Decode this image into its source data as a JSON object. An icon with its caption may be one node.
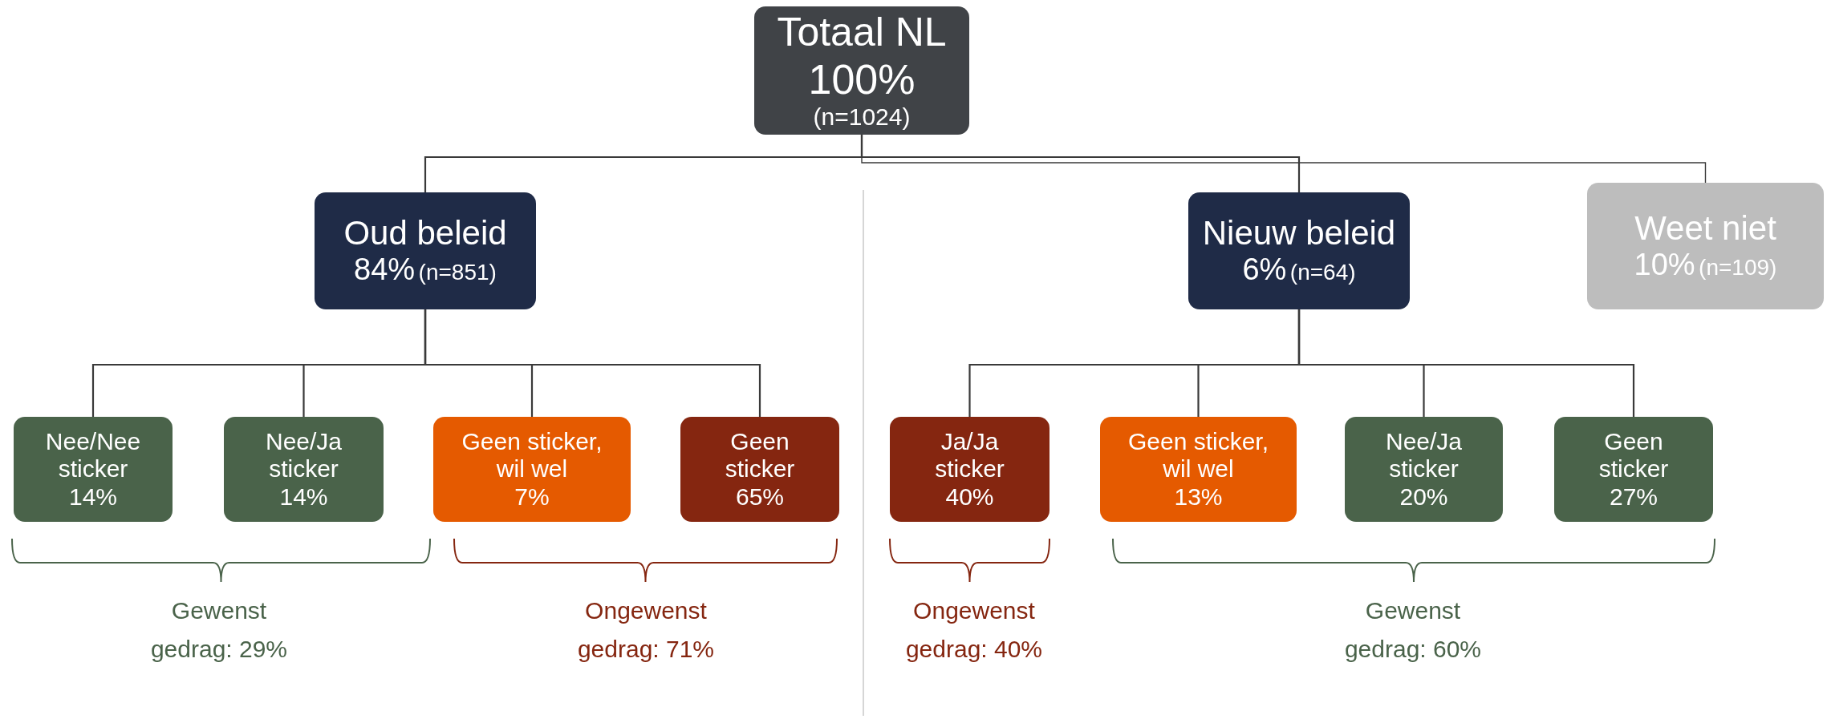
{
  "diagram": {
    "nodes": [
      {
        "text": [
          "Totaal NL",
          "100%",
          "(n=1024)"
        ]
      },
      {
        "text": [
          "Oud beleid",
          "84%",
          "(n=851)"
        ]
      },
      {
        "text": [
          "Nieuw beleid",
          "6%",
          "(n=64)"
        ]
      },
      {
        "text": [
          "Weet niet",
          "10%",
          "(n=109)"
        ]
      },
      {
        "text": [
          "Nee/Nee sticker",
          "14%"
        ]
      },
      {
        "text": [
          "Nee/Ja sticker",
          "14%"
        ]
      },
      {
        "text": [
          "Geen sticker, wil wel",
          "7%"
        ]
      },
      {
        "text": [
          "Geen sticker",
          "65%"
        ]
      },
      {
        "text": [
          "Ja/Ja sticker",
          "40%"
        ]
      },
      {
        "text": [
          "Geen sticker, wil wel",
          "13%"
        ]
      },
      {
        "text": [
          "Nee/Ja sticker",
          "20%"
        ]
      },
      {
        "text": [
          "Geen sticker",
          "27%"
        ]
      }
    ],
    "edges": [
      {
        "from": 0,
        "to": 1,
        "arrow": "none"
      },
      {
        "from": 0,
        "to": 2,
        "arrow": "none"
      },
      {
        "from": 0,
        "to": 3,
        "arrow": "none"
      },
      {
        "from": 1,
        "to": 4,
        "arrow": "none"
      },
      {
        "from": 1,
        "to": 5,
        "arrow": "none"
      },
      {
        "from": 1,
        "to": 6,
        "arrow": "none"
      },
      {
        "from": 1,
        "to": 7,
        "arrow": "none"
      },
      {
        "from": 2,
        "to": 8,
        "arrow": "none"
      },
      {
        "from": 2,
        "to": 9,
        "arrow": "none"
      },
      {
        "from": 2,
        "to": 10,
        "arrow": "none"
      },
      {
        "from": 2,
        "to": 11,
        "arrow": "none"
      }
    ],
    "labels": [
      "Gewenst gedrag: 29%",
      "Ongewenst gedrag: 71%",
      "Ongewenst gedrag: 40%",
      "Gewenst gedrag: 60%"
    ]
  }
}
